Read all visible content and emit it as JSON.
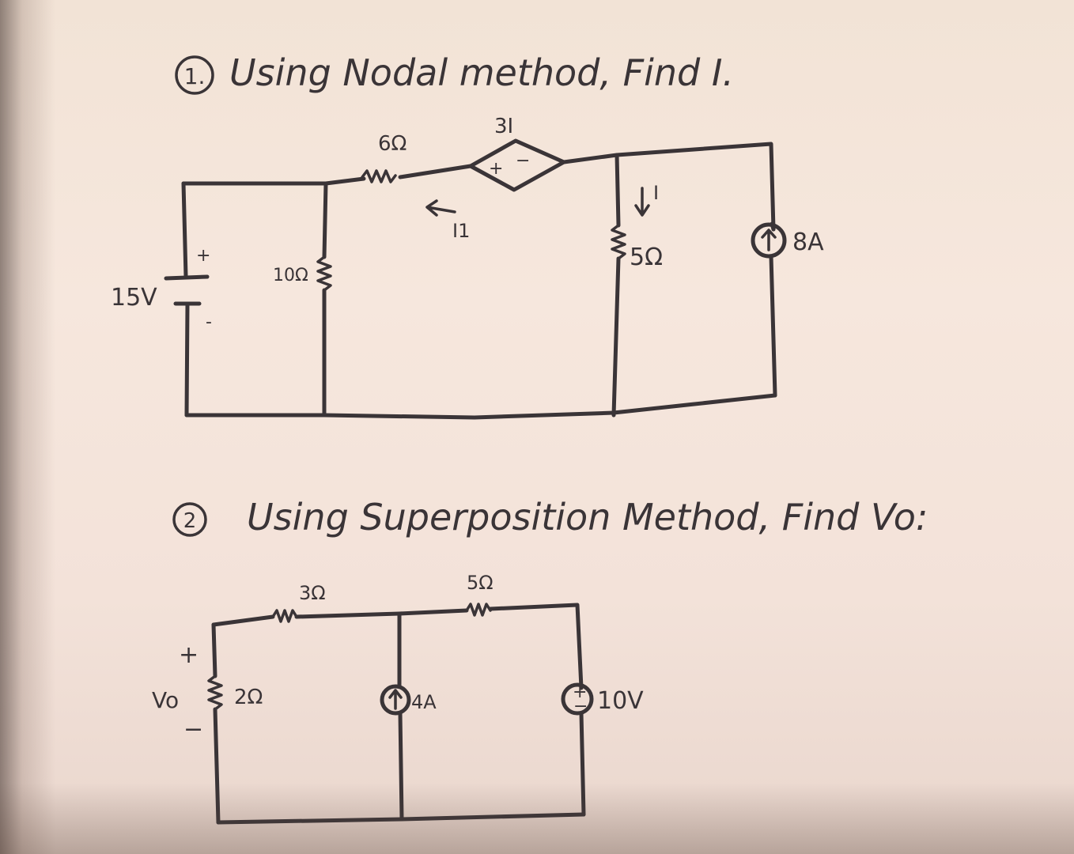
{
  "problem1": {
    "number": "1.",
    "text": "Using Nodal method, Find I.",
    "labels": {
      "source_15v": "15V",
      "plus": "+",
      "minus": "-",
      "r_10": "10Ω",
      "r_6": "6Ω",
      "dep_source_gain": "3I",
      "dep_plus": "+",
      "dep_minus": "−",
      "current_i1": "I1",
      "current_i": "I",
      "r_5": "5Ω",
      "source_8a": "8A"
    }
  },
  "problem2": {
    "number": "2",
    "text": "Using Superposition Method, Find Vo:",
    "labels": {
      "r_3": "3Ω",
      "r_5": "5Ω",
      "vo_plus": "+",
      "vo": "Vo",
      "vo_minus": "−",
      "r_2": "2Ω",
      "source_4a": "4A",
      "source_10v": "10V",
      "src_plus": "+",
      "src_minus": "−"
    }
  }
}
